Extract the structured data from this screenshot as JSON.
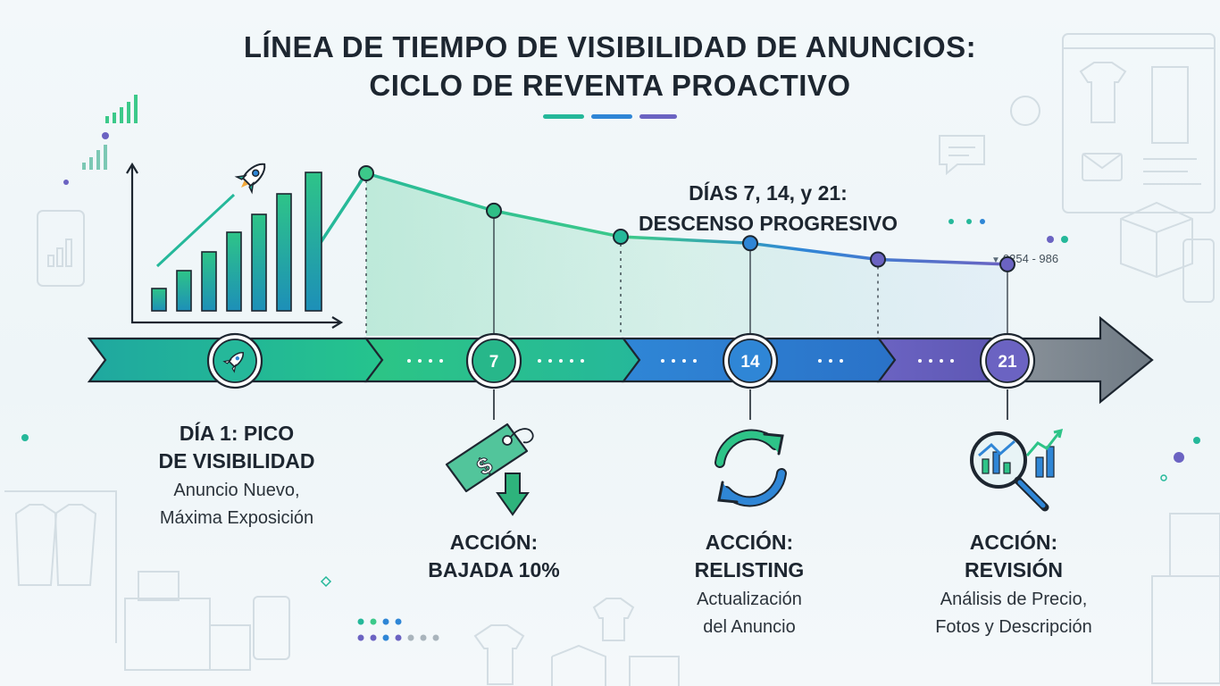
{
  "title": {
    "line1": "LÍNEA DE TIEMPO DE VISIBILIDAD DE ANUNCIOS:",
    "line2": "CICLO DE REVENTA PROACTIVO"
  },
  "subtitle": {
    "line1": "DÍAS 7, 14, y 21:",
    "line2": "DESCENSO PROGRESIVO"
  },
  "reference_code": "0254 - 986",
  "timeline": {
    "nodes": [
      {
        "icon": "rocket-icon",
        "label": ""
      },
      {
        "icon": "",
        "label": "7"
      },
      {
        "icon": "",
        "label": "14"
      },
      {
        "icon": "",
        "label": "21"
      }
    ],
    "visibility_curve": [
      100,
      77,
      61,
      57,
      47,
      44
    ]
  },
  "stages": [
    {
      "heading1": "DÍA 1: PICO",
      "heading2": "DE VISIBILIDAD",
      "desc1": "Anuncio Nuevo,",
      "desc2": "Máxima Exposición",
      "icon": "rising-bar-chart-icon"
    },
    {
      "heading1": "ACCIÓN:",
      "heading2": "BAJADA 10%",
      "desc1": "",
      "desc2": "",
      "icon": "price-tag-down-icon"
    },
    {
      "heading1": "ACCIÓN:",
      "heading2": "RELISTING",
      "desc1": "Actualización",
      "desc2": "del Anuncio",
      "icon": "refresh-arrows-icon"
    },
    {
      "heading1": "ACCIÓN:",
      "heading2": "REVISIÓN",
      "desc1": "Análisis de Precio,",
      "desc2": "Fotos y Descripción",
      "icon": "magnifier-analysis-icon"
    }
  ],
  "colors": {
    "teal": "#25b89a",
    "green": "#3cc98a",
    "blue": "#2f86d6",
    "purple": "#6b63c2",
    "gray": "#6f7a84",
    "dark": "#1d2630"
  }
}
